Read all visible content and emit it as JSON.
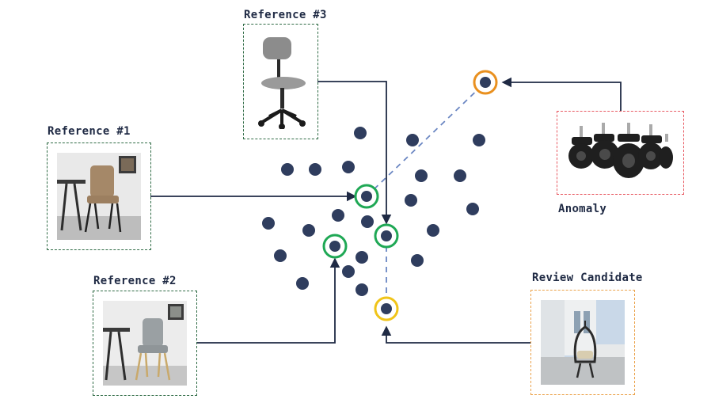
{
  "labels": {
    "reference_1": "Reference #1",
    "reference_2": "Reference #2",
    "reference_3": "Reference #3",
    "anomaly": "Anomaly",
    "review_candidate": "Review Candidate"
  },
  "images": {
    "reference_1": "dining-chair-tan",
    "reference_2": "dining-chair-grey",
    "reference_3": "office-chair-grey",
    "anomaly": "caster-wheels",
    "review_candidate": "egg-chair-outdoor"
  },
  "colors": {
    "dot": "#2f3d5e",
    "arrow": "#1f2a44",
    "reference_ring": "#1fa855",
    "anomaly_ring": "#e9901f",
    "candidate_ring": "#f0c419",
    "dashed_line": "#6a86c2",
    "reference_frame": "#2f6b45",
    "anomaly_frame": "#e85a62",
    "candidate_frame": "#eba24a"
  }
}
